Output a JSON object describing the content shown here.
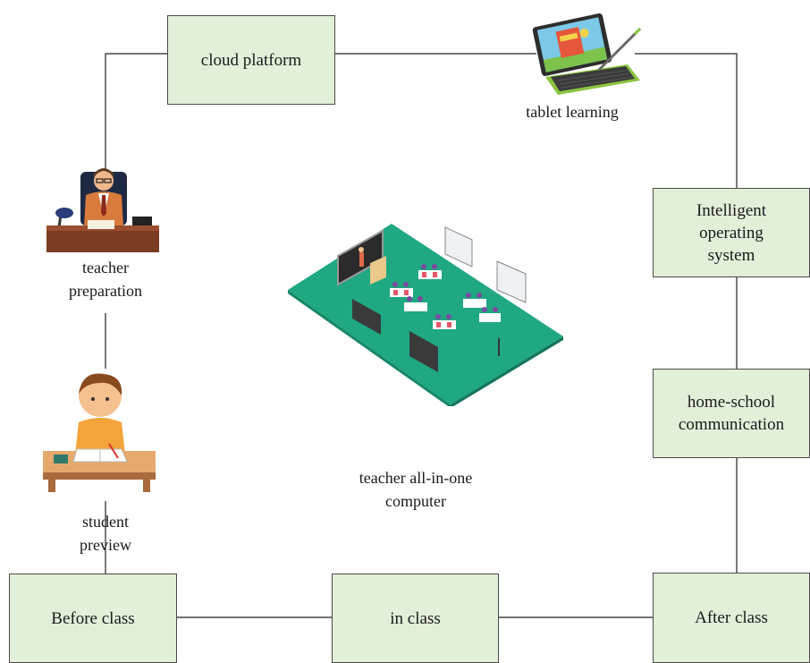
{
  "nodes": {
    "cloud_platform": "cloud platform",
    "intelligent_os": "Intelligent operating system",
    "home_school": "home-school communication",
    "before_class": "Before class",
    "in_class": "in class",
    "after_class": "After class"
  },
  "captions": {
    "tablet_learning": "tablet learning",
    "teacher_preparation": "teacher\npreparation",
    "student_preview": "student\npreview",
    "teacher_computer": "teacher all-in-one\ncomputer"
  },
  "colors": {
    "box_fill": "#e2efd9",
    "line": "#222222",
    "classroom_floor": "#1fa882"
  },
  "icons": [
    "tablet-illustration",
    "teacher-illustration",
    "student-illustration",
    "classroom-illustration"
  ]
}
